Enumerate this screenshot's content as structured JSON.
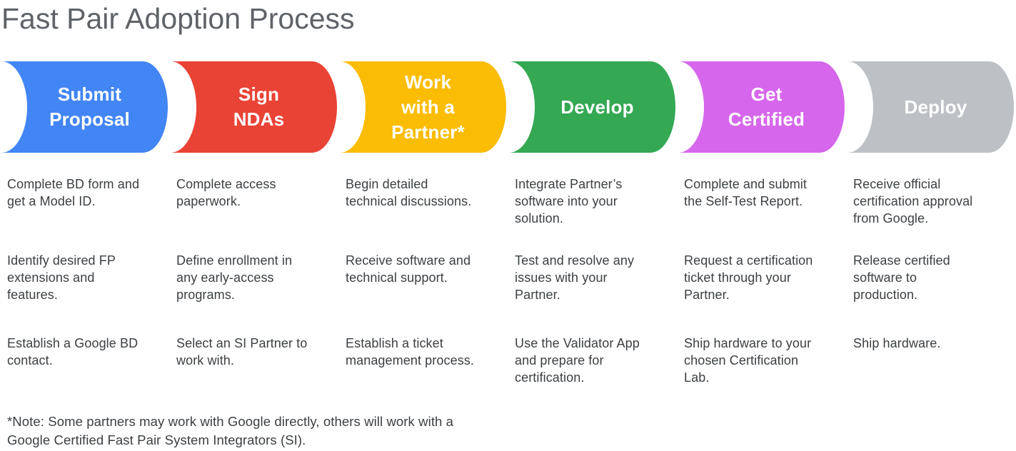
{
  "title": "Fast Pair Adoption Process",
  "note": "*Note: Some partners may work with Google directly, others will work with a\nGoogle Certified Fast Pair System Integrators (SI).",
  "colors": {
    "blue": "#4285F4",
    "red": "#E94335",
    "yellow": "#FBBC04",
    "green": "#34A853",
    "magenta": "#D666EC",
    "gray": "#BDC1C6",
    "label_text": "#FFFFFF",
    "body_text": "#3C4043",
    "title_text": "#5F6368"
  },
  "steps": [
    {
      "label": "Submit\nProposal",
      "color": "#4285F4",
      "bullets": [
        "Complete BD form and\nget a Model ID.",
        "Identify desired FP\nextensions and\nfeatures.",
        "Establish a Google BD\ncontact."
      ]
    },
    {
      "label": "Sign\nNDAs",
      "color": "#E94335",
      "bullets": [
        "Complete access\npaperwork.",
        "Define enrollment in\nany early-access\nprograms.",
        "Select an SI Partner to\nwork with."
      ]
    },
    {
      "label": "Work\nwith a\nPartner*",
      "color": "#FBBC04",
      "bullets": [
        "Begin detailed\ntechnical discussions.",
        "Receive software and\ntechnical support.",
        "Establish a ticket\nmanagement process."
      ]
    },
    {
      "label": "Develop",
      "color": "#34A853",
      "bullets": [
        "Integrate Partner’s\nsoftware into your\nsolution.",
        "Test and resolve any\nissues with your\nPartner.",
        "Use the Validator App\nand prepare for\ncertification."
      ]
    },
    {
      "label": "Get\nCertified",
      "color": "#D666EC",
      "bullets": [
        "Complete and submit\nthe Self-Test Report.",
        "Request a certification\nticket through your\nPartner.",
        "Ship hardware to your\nchosen Certification\nLab."
      ]
    },
    {
      "label": "Deploy",
      "color": "#BDC1C6",
      "bullets": [
        "Receive official\ncertification approval\nfrom Google.",
        "Release certified\nsoftware to\nproduction.",
        "Ship hardware."
      ]
    }
  ]
}
